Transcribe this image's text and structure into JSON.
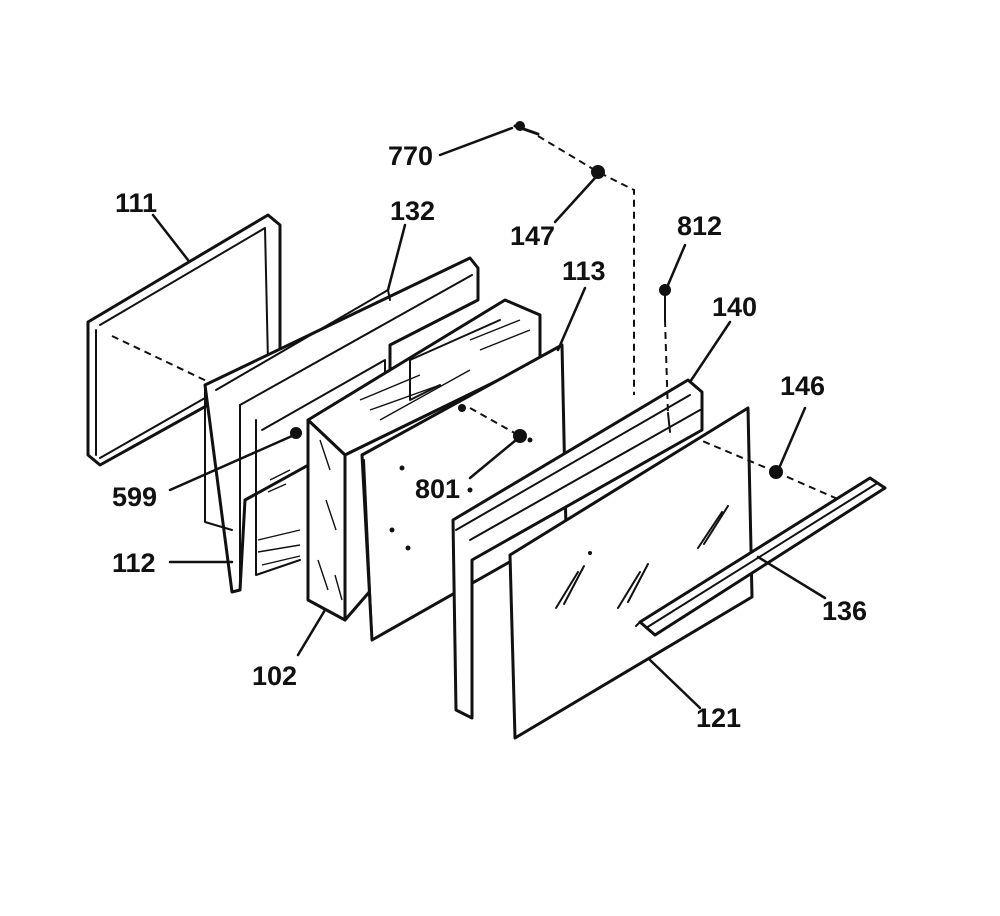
{
  "diagram": {
    "callouts": [
      {
        "id": "770",
        "text": "770"
      },
      {
        "id": "111",
        "text": "111"
      },
      {
        "id": "132",
        "text": "132"
      },
      {
        "id": "147",
        "text": "147"
      },
      {
        "id": "812",
        "text": "812"
      },
      {
        "id": "113",
        "text": "113"
      },
      {
        "id": "140",
        "text": "140"
      },
      {
        "id": "146",
        "text": "146"
      },
      {
        "id": "599",
        "text": "599"
      },
      {
        "id": "801",
        "text": "801"
      },
      {
        "id": "112",
        "text": "112"
      },
      {
        "id": "136",
        "text": "136"
      },
      {
        "id": "102",
        "text": "102"
      },
      {
        "id": "121",
        "text": "121"
      }
    ]
  }
}
